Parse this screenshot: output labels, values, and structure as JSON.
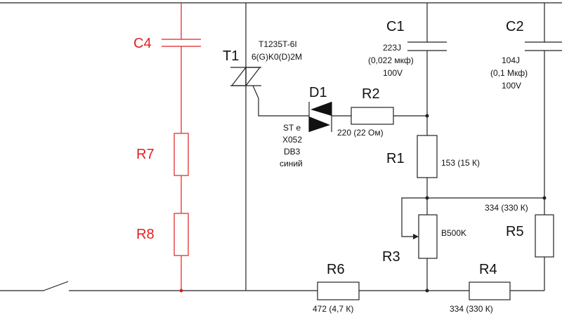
{
  "colors": {
    "wire": "#222222",
    "highlight": "#e02020",
    "background": "#ffffff"
  },
  "components": {
    "c4": {
      "ref": "C4"
    },
    "r7": {
      "ref": "R7"
    },
    "r8": {
      "ref": "R8"
    },
    "t1": {
      "ref": "T1",
      "value_line1": "T1235T-6I",
      "value_line2": "6(G)K0(D)2M"
    },
    "d1": {
      "ref": "D1",
      "value_line1": "ST e",
      "value_line2": "X052",
      "value_line3": "DB3",
      "value_line4": "синий"
    },
    "r2": {
      "ref": "R2",
      "value": "220 (22 Ом)"
    },
    "c1": {
      "ref": "C1",
      "value_line1": "223J",
      "value_line2": "(0,022 мкф)",
      "value_line3": "100V"
    },
    "c2": {
      "ref": "C2",
      "value_line1": "104J",
      "value_line2": "(0,1 Мкф)",
      "value_line3": "100V"
    },
    "r1": {
      "ref": "R1",
      "value": "153 (15 К)"
    },
    "r3": {
      "ref": "R3",
      "value": "B500K"
    },
    "r5": {
      "ref": "R5",
      "value": "334 (330 К)"
    },
    "r6": {
      "ref": "R6",
      "value": "472 (4,7 К)"
    },
    "r4": {
      "ref": "R4",
      "value": "334 (330 К)"
    }
  }
}
